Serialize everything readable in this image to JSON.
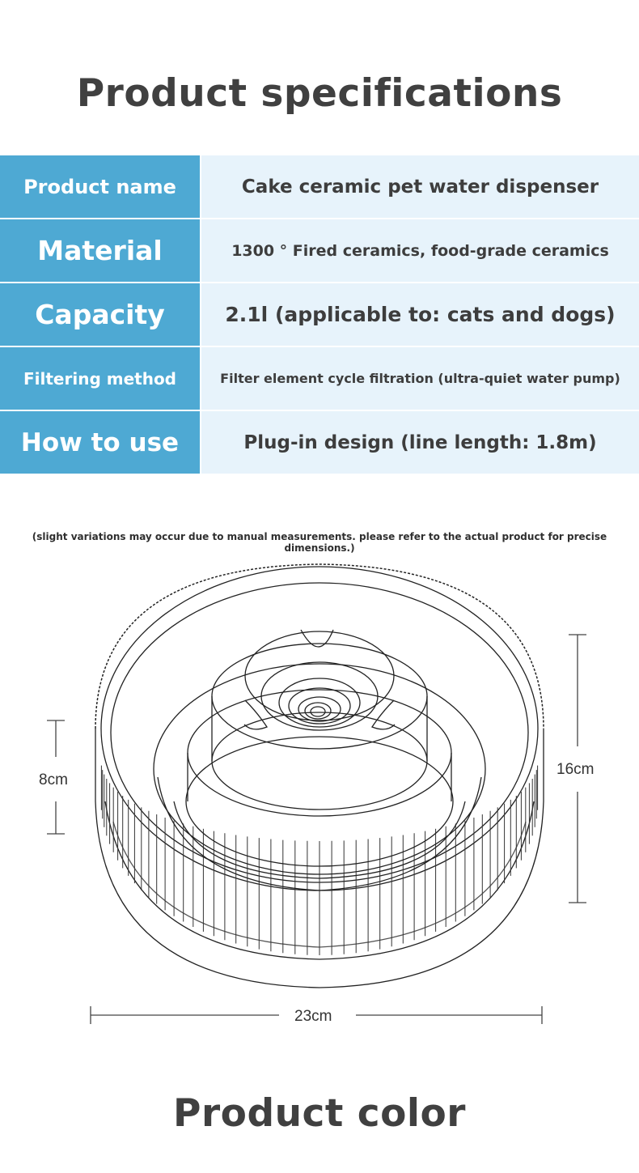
{
  "spec_section": {
    "title": "Product specifications",
    "rows": [
      {
        "label": "Product name",
        "value": "Cake ceramic pet water dispenser"
      },
      {
        "label": "Material",
        "value": "1300 ° Fired ceramics, food-grade ceramics"
      },
      {
        "label": "Capacity",
        "value": "2.1l (applicable to: cats and dogs)"
      },
      {
        "label": "Filtering method",
        "value": "Filter element cycle filtration (ultra-quiet water pump)"
      },
      {
        "label": "How to use",
        "value": "Plug-in design (line length: 1.8m)"
      }
    ]
  },
  "note": "(slight variations may occur due to manual measurements. please refer to the actual product for precise dimensions.)",
  "dimensions": {
    "inner_height": "8cm",
    "total_height": "16cm",
    "width": "23cm"
  },
  "color_section": {
    "title": "Product color"
  },
  "colors": {
    "label_bg": "#4ea9d3",
    "value_bg": "#e7f3fb",
    "title_text": "#404040"
  }
}
